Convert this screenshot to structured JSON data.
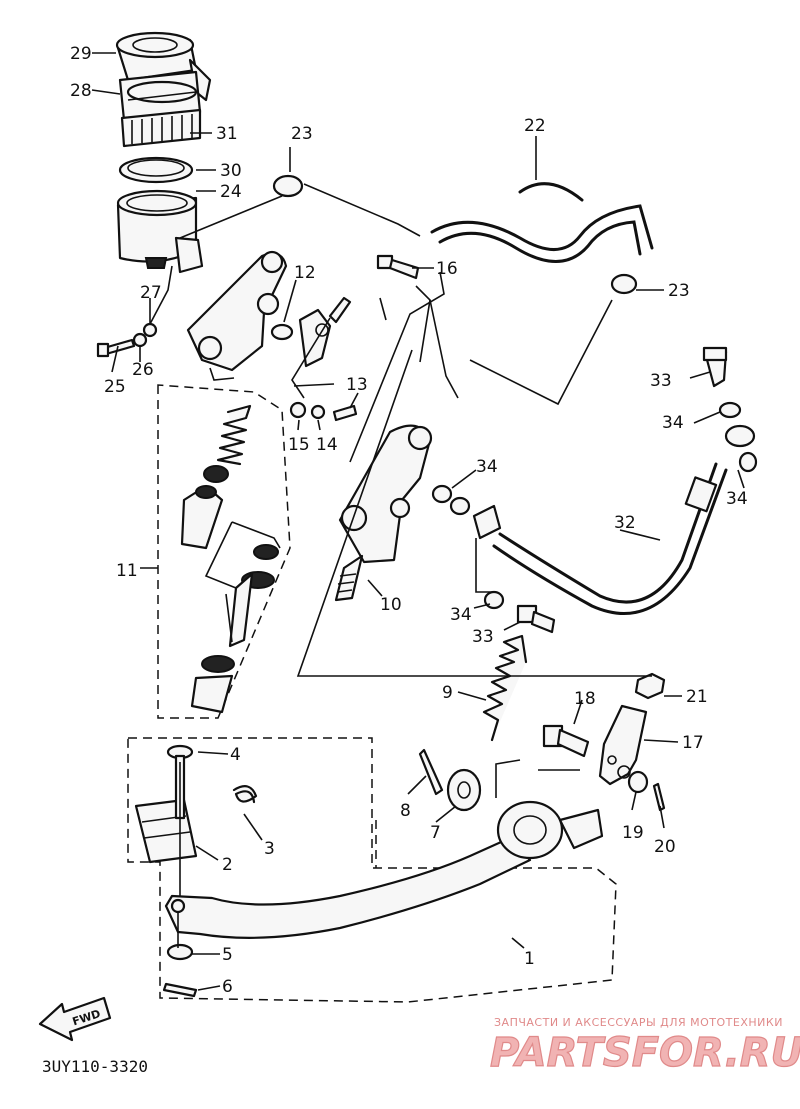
{
  "diagram": {
    "code": "3UY110-3320",
    "fwd_label": "FWD",
    "watermark": {
      "tagline": "ЗАПЧАСТИ И АКСЕССУАРЫ ДЛЯ МОТОТЕХНИКИ",
      "brand": "PARTSFOR.RU"
    },
    "callouts": {
      "c1": "1",
      "c2": "2",
      "c3": "3",
      "c4": "4",
      "c5": "5",
      "c6": "6",
      "c7": "7",
      "c8": "8",
      "c9": "9",
      "c10": "10",
      "c11": "11",
      "c12": "12",
      "c13": "13",
      "c14": "14",
      "c15": "15",
      "c16": "16",
      "c17": "17",
      "c18": "18",
      "c19": "19",
      "c20": "20",
      "c21": "21",
      "c22": "22",
      "c23a": "23",
      "c23b": "23",
      "c24": "24",
      "c25": "25",
      "c26": "26",
      "c27": "27",
      "c28": "28",
      "c29": "29",
      "c30": "30",
      "c31": "31",
      "c32": "32",
      "c33a": "33",
      "c33b": "33",
      "c34a": "34",
      "c34b": "34",
      "c34c": "34",
      "c34d": "34"
    }
  }
}
